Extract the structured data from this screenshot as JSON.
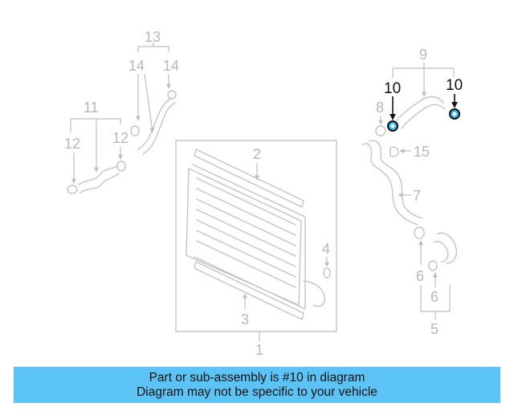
{
  "callouts": {
    "c1": "1",
    "c2": "2",
    "c3": "3",
    "c4": "4",
    "c5": "5",
    "c6a": "6",
    "c6b": "6",
    "c7": "7",
    "c8": "8",
    "c9": "9",
    "c10a": "10",
    "c10b": "10",
    "c11": "11",
    "c12a": "12",
    "c12b": "12",
    "c13": "13",
    "c14a": "14",
    "c14b": "14",
    "c15": "15"
  },
  "banner": {
    "line1": "Part or sub-assembly is #10 in diagram",
    "line2": "Diagram may not be specific to your vehicle"
  },
  "colors": {
    "highlight_part": "#38b8e8",
    "banner_bg": "#5bc3f5",
    "line_art": "#c4c4c4"
  }
}
